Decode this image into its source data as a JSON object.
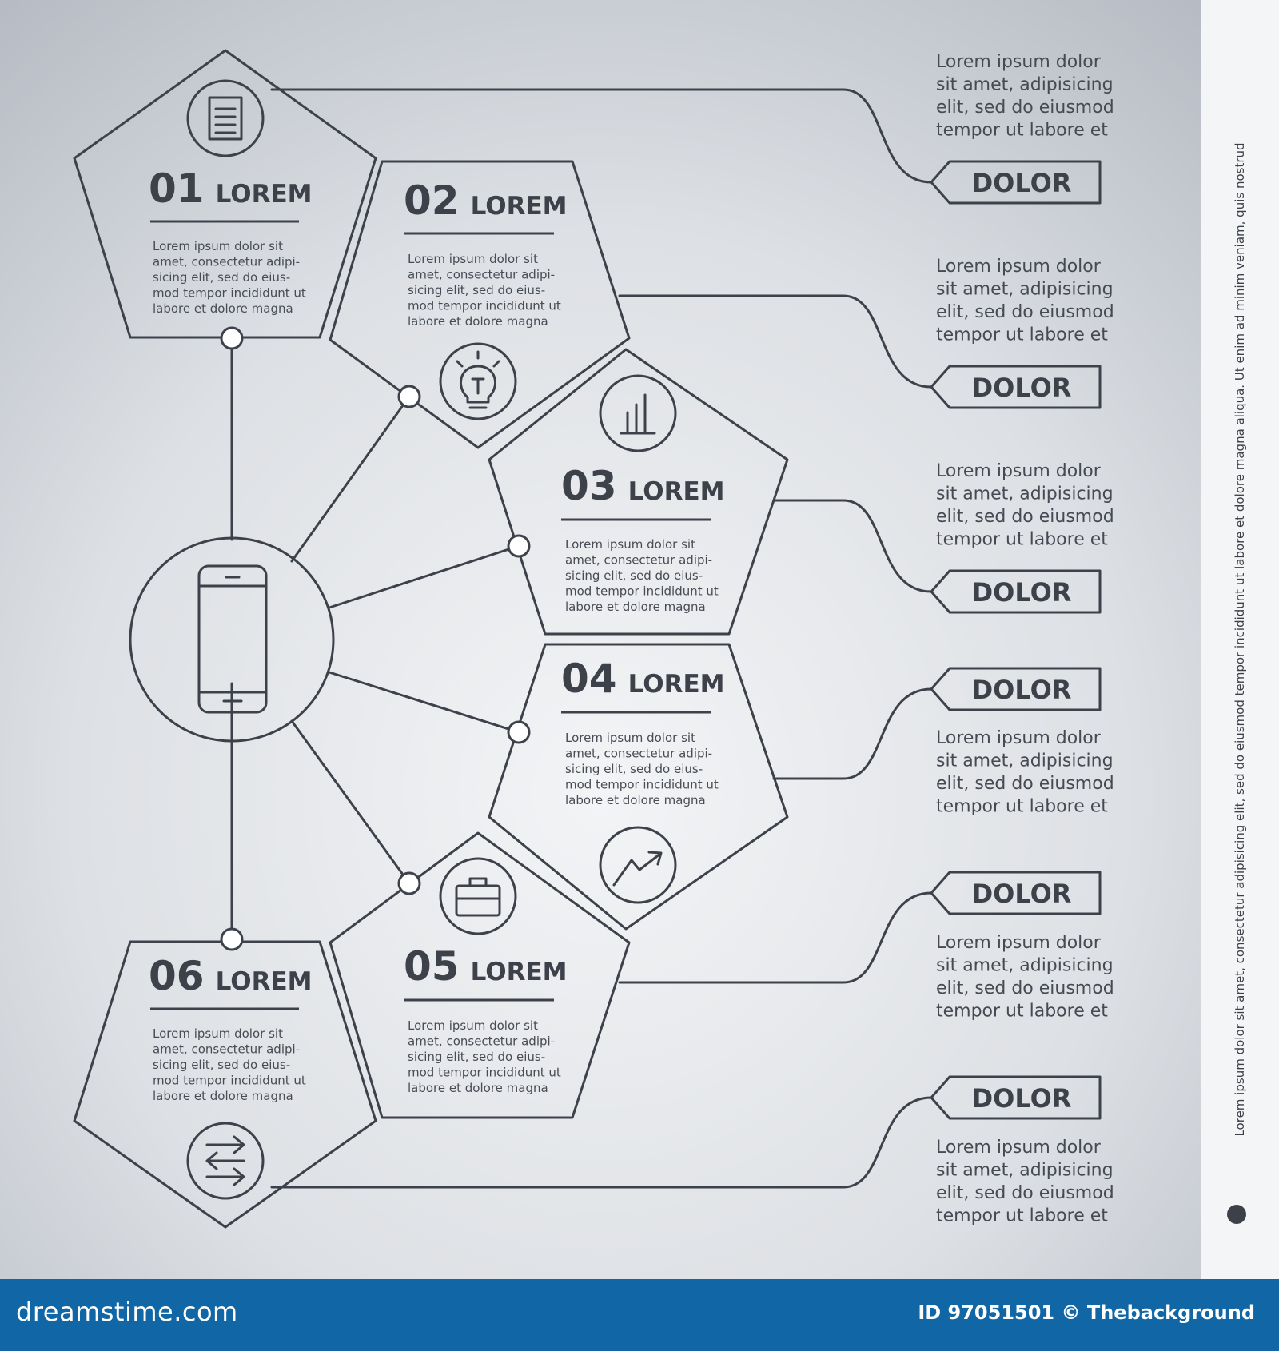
{
  "steps": [
    {
      "number": "01",
      "word": "LOREM",
      "lines": [
        "Lorem ipsum dolor sit",
        "amet, consectetur adipi-",
        "sicing elit, sed do eius-",
        "mod tempor incididunt ut",
        "labore et dolore magna"
      ],
      "icon": "document-icon"
    },
    {
      "number": "02",
      "word": "LOREM",
      "lines": [
        "Lorem ipsum dolor sit",
        "amet, consectetur adipi-",
        "sicing elit, sed do eius-",
        "mod tempor incididunt ut",
        "labore et dolore magna"
      ],
      "icon": "lightbulb-icon"
    },
    {
      "number": "03",
      "word": "LOREM",
      "lines": [
        "Lorem ipsum dolor sit",
        "amet, consectetur adipi-",
        "sicing elit, sed do eius-",
        "mod tempor incididunt ut",
        "labore et dolore magna"
      ],
      "icon": "bar-chart-icon"
    },
    {
      "number": "04",
      "word": "LOREM",
      "lines": [
        "Lorem ipsum dolor sit",
        "amet, consectetur adipi-",
        "sicing elit, sed do eius-",
        "mod tempor incididunt ut",
        "labore et dolore magna"
      ],
      "icon": "trend-arrow-icon"
    },
    {
      "number": "05",
      "word": "LOREM",
      "lines": [
        "Lorem ipsum dolor sit",
        "amet, consectetur adipi-",
        "sicing elit, sed do eius-",
        "mod tempor incididunt ut",
        "labore et dolore magna"
      ],
      "icon": "briefcase-icon"
    },
    {
      "number": "06",
      "word": "LOREM",
      "lines": [
        "Lorem ipsum dolor sit",
        "amet, consectetur adipi-",
        "sicing elit, sed do eius-",
        "mod tempor incididunt ut",
        "labore et dolore magna"
      ],
      "icon": "transfer-arrows-icon"
    }
  ],
  "hub": {
    "icon": "smartphone-icon"
  },
  "side_notes": [
    {
      "tag": "DOLOR",
      "lines": [
        "Lorem ipsum dolor",
        "sit amet, adipisicing",
        "elit, sed do eiusmod",
        "tempor ut labore et"
      ]
    },
    {
      "tag": "DOLOR",
      "lines": [
        "Lorem ipsum dolor",
        "sit amet, adipisicing",
        "elit, sed do eiusmod",
        "tempor ut labore et"
      ]
    },
    {
      "tag": "DOLOR",
      "lines": [
        "Lorem ipsum dolor",
        "sit amet, adipisicing",
        "elit, sed do eiusmod",
        "tempor ut labore et"
      ]
    },
    {
      "tag": "DOLOR",
      "lines": [
        "Lorem ipsum dolor",
        "sit amet, adipisicing",
        "elit, sed do eiusmod",
        "tempor ut labore et"
      ]
    },
    {
      "tag": "DOLOR",
      "lines": [
        "Lorem ipsum dolor",
        "sit amet, adipisicing",
        "elit, sed do eiusmod",
        "tempor ut labore et"
      ]
    },
    {
      "tag": "DOLOR",
      "lines": [
        "Lorem ipsum dolor",
        "sit amet, adipisicing",
        "elit, sed do eiusmod",
        "tempor ut labore et"
      ]
    }
  ],
  "sidebar_text": "Lorem ipsum dolor sit amet, consectetur adipisicing elit, sed do eiusmod tempor incididunt ut labore et dolore magna aliqua. Ut enim ad minim veniam, quis nostrud",
  "footer": {
    "logo": "dreamstime.com",
    "id_text": "ID 97051501 © Thebackground"
  },
  "colors": {
    "line": "#3d414a",
    "background_light": "#f1f2f4",
    "background_dark": "#bcc1c9",
    "footer": "#1167a5"
  }
}
